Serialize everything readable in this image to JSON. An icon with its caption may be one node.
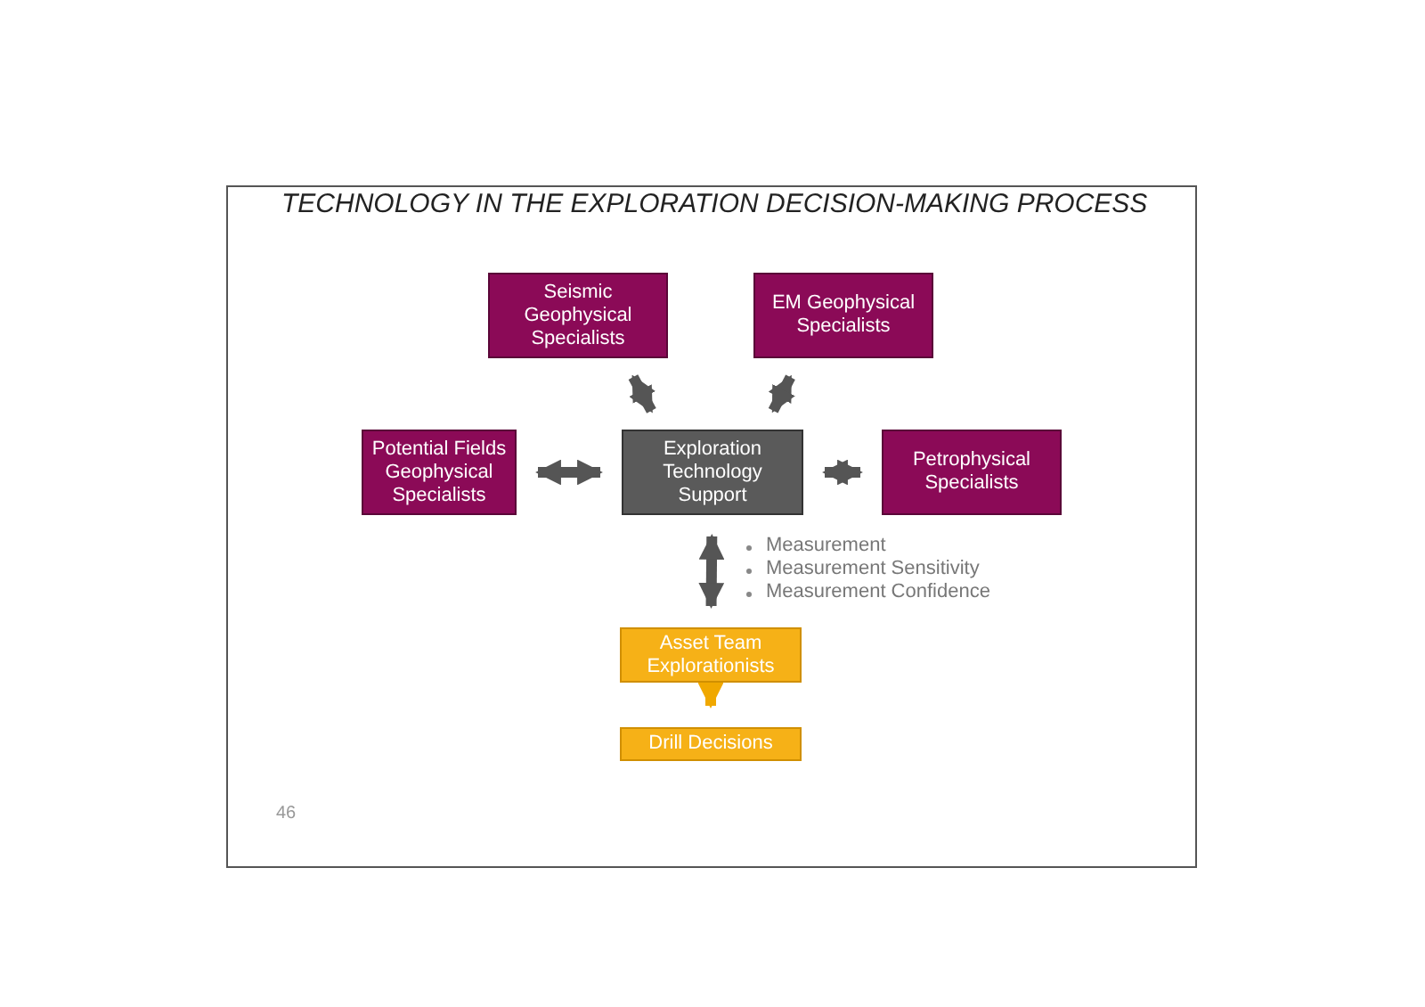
{
  "diagram": {
    "title": "TECHNOLOGY IN THE EXPLORATION DECISION-MAKING PROCESS",
    "nodes": [
      {
        "text": [
          "Seismic Geophysical Specialists"
        ]
      },
      {
        "text": [
          "EM Geophysical Specialists"
        ]
      },
      {
        "text": [
          "Potential Fields Geophysical Specialists"
        ]
      },
      {
        "text": [
          "Exploration Technology Support"
        ]
      },
      {
        "text": [
          "Petrophysical Specialists"
        ]
      },
      {
        "text": [
          "Asset Team Explorationists"
        ]
      },
      {
        "text": [
          "Drill Decisions"
        ]
      }
    ],
    "edges": [
      {
        "from": 0,
        "to": 3,
        "arrow": "both"
      },
      {
        "from": 1,
        "to": 3,
        "arrow": "both"
      },
      {
        "from": 2,
        "to": 3,
        "arrow": "both"
      },
      {
        "from": 3,
        "to": 4,
        "arrow": "both"
      },
      {
        "from": 3,
        "to": 5,
        "arrow": "both"
      },
      {
        "from": 5,
        "to": 6,
        "arrow": "to",
        "color": "#f0a800"
      }
    ],
    "labels": [
      "Measurement",
      "Measurement Sensitivity",
      "Measurement Confidence",
      "46"
    ]
  }
}
